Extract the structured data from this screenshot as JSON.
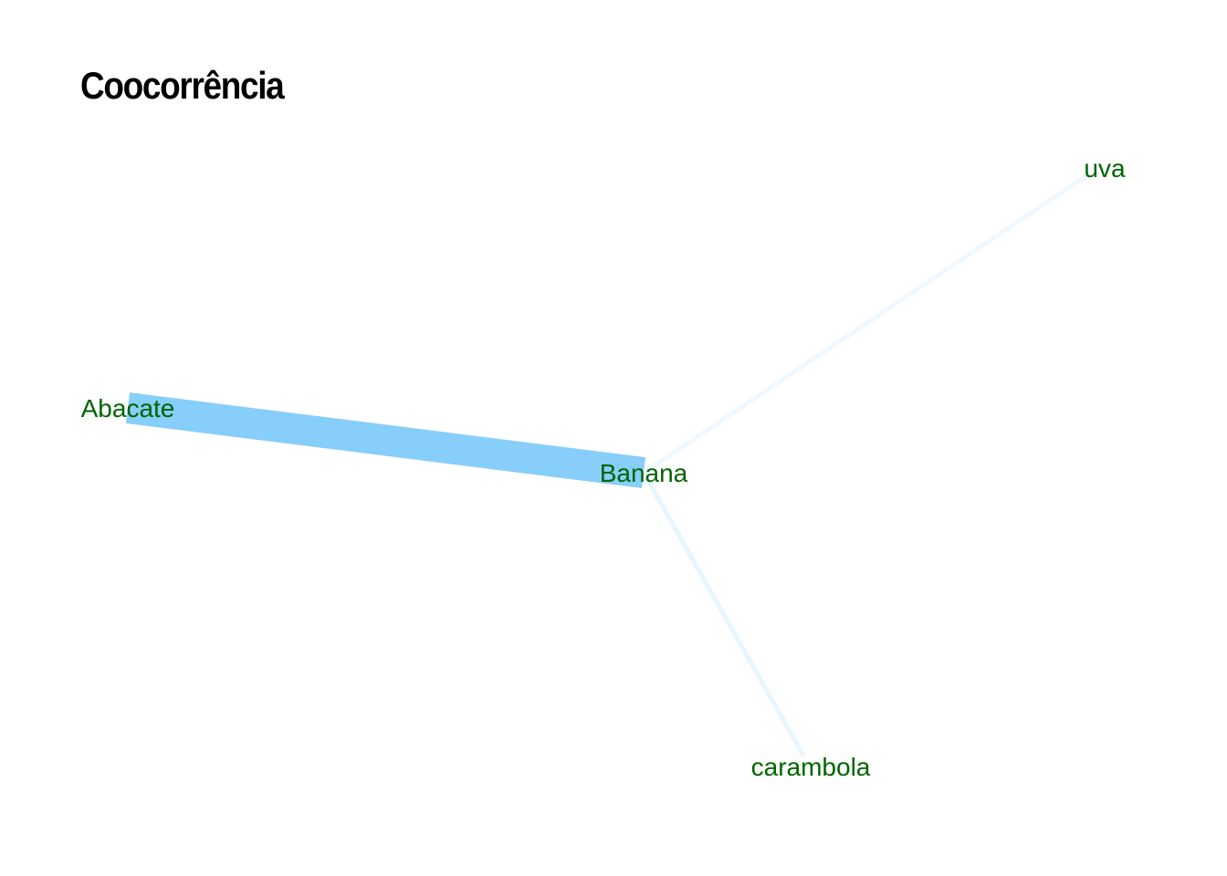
{
  "title": "Coocorrência",
  "colors": {
    "label": "#006400",
    "edge_strong": "#87CEFA",
    "edge_weak": "#E6F6FD",
    "edge_faint": "#EEF8FD"
  },
  "nodes": [
    {
      "id": "abacate",
      "label": "Abacate"
    },
    {
      "id": "banana",
      "label": "Banana"
    },
    {
      "id": "uva",
      "label": "uva"
    },
    {
      "id": "carambola",
      "label": "carambola"
    }
  ],
  "edges": [
    {
      "source": "abacate",
      "target": "banana",
      "weight": 10
    },
    {
      "source": "banana",
      "target": "carambola",
      "weight": 1
    },
    {
      "source": "banana",
      "target": "uva",
      "weight": 1
    }
  ]
}
